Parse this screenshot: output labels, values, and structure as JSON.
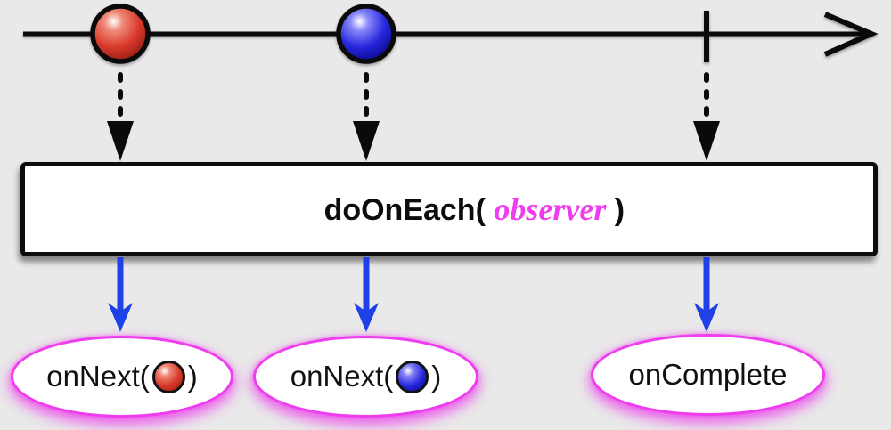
{
  "diagram": {
    "name": "doOnEach marble diagram",
    "operator_box": {
      "label_prefix": "doOnEach( ",
      "param": "observer",
      "label_suffix": " )"
    },
    "timeline": {
      "events": [
        {
          "type": "onNext",
          "marble": "red"
        },
        {
          "type": "onNext",
          "marble": "blue"
        },
        {
          "type": "onComplete"
        }
      ]
    },
    "callouts": [
      {
        "prefix": "onNext(",
        "marble": "red",
        "suffix": ")"
      },
      {
        "prefix": "onNext(",
        "marble": "blue",
        "suffix": ")"
      },
      {
        "label": "onComplete"
      }
    ],
    "colors": {
      "background": "#e9e9e9",
      "timeline": "#0a0a0a",
      "marble_red": "#d8392a",
      "marble_red_dark": "#8e170c",
      "marble_blue": "#2a2ae0",
      "marble_blue_dark": "#000080",
      "arrow_blue": "#2040e8",
      "magenta": "#ee3cee"
    }
  }
}
